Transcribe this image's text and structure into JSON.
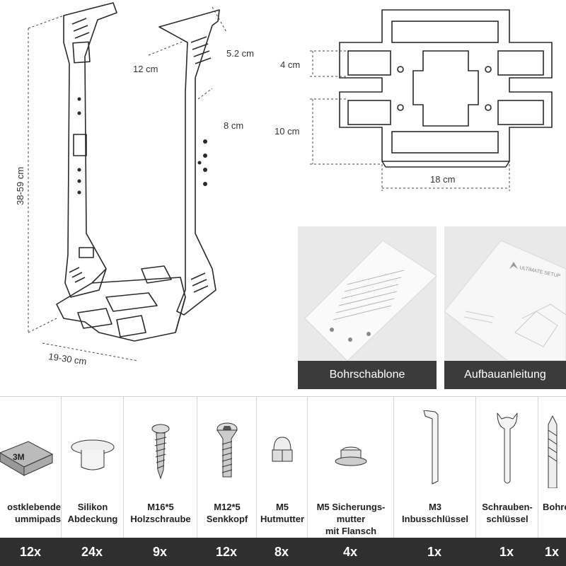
{
  "dimensions": {
    "top_width": "12 cm",
    "top_depth": "5.2 cm",
    "mid_width": "8 cm",
    "height_range": "38-59 cm",
    "width_range": "19-30 cm",
    "plate_gap": "4 cm",
    "plate_span": "10 cm",
    "plate_width": "18 cm"
  },
  "cards": [
    {
      "label": "Bohrschablone"
    },
    {
      "label": "Aufbauanleitung"
    }
  ],
  "manual_brand": "ULTIMATE SETUP",
  "tape_label": "3M",
  "parts": [
    {
      "name": "ostklebende\nummipads",
      "qty": "12x",
      "icon": "tape-pad-icon"
    },
    {
      "name": "Silikon\nAbdeckung",
      "qty": "24x",
      "icon": "silicone-cap-icon"
    },
    {
      "name": "M16*5\nHolzschraube",
      "qty": "9x",
      "icon": "wood-screw-icon"
    },
    {
      "name": "M12*5\nSenkkopf",
      "qty": "12x",
      "icon": "countersunk-screw-icon"
    },
    {
      "name": "M5\nHutmutter",
      "qty": "8x",
      "icon": "cap-nut-icon"
    },
    {
      "name": "M5 Sicherungs-\nmutter\nmit Flansch",
      "qty": "4x",
      "icon": "flange-nut-icon"
    },
    {
      "name": "M3\nInbusschlüssel",
      "qty": "1x",
      "icon": "allen-key-icon"
    },
    {
      "name": "Schrauben-\nschlüssel",
      "qty": "1x",
      "icon": "wrench-icon"
    },
    {
      "name": "Bohre",
      "qty": "1x",
      "icon": "drill-bit-icon"
    }
  ]
}
